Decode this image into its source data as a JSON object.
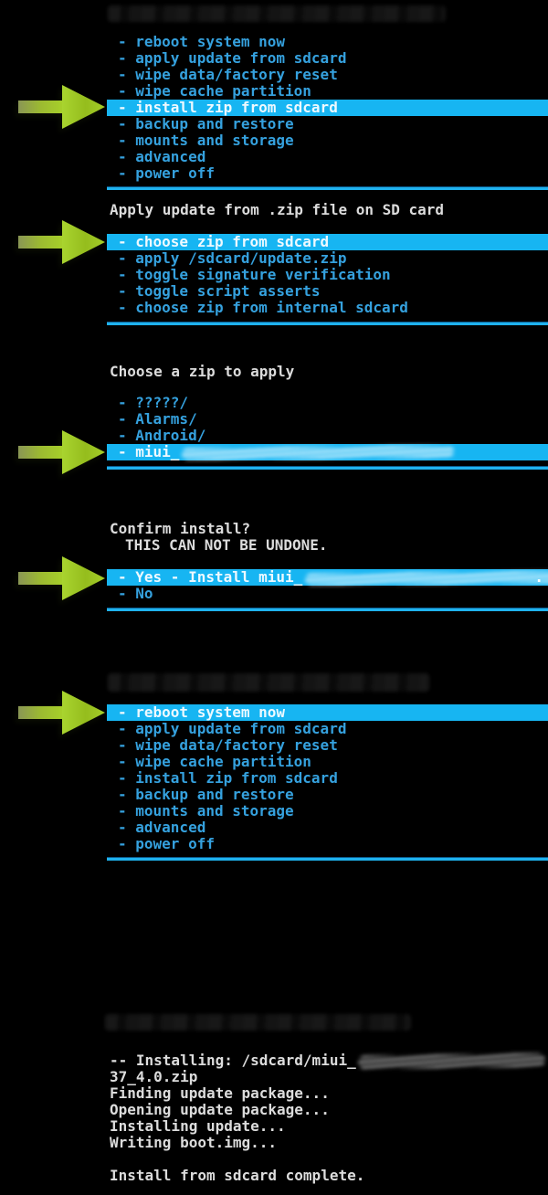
{
  "colors": {
    "background": "#000000",
    "menu_text": "#35A1DE",
    "highlight_bg": "#17B5F2",
    "highlight_text": "#EDF9FF",
    "title_text": "#DCDCDC",
    "separator": "#1FB2EE",
    "arrow_green": "#A5CB2A"
  },
  "item_prefix": "- ",
  "screens": [
    {
      "name": "main-menu-install-step",
      "redacted_title": true,
      "highlight_index": 4,
      "items": [
        {
          "label": "reboot system now"
        },
        {
          "label": "apply update from sdcard"
        },
        {
          "label": "wipe data/factory reset"
        },
        {
          "label": "wipe cache partition"
        },
        {
          "label": "install zip from sdcard"
        },
        {
          "label": "backup and restore"
        },
        {
          "label": "mounts and storage"
        },
        {
          "label": "advanced"
        },
        {
          "label": "power off"
        }
      ]
    },
    {
      "name": "apply-update-menu",
      "title": "Apply update from .zip file on SD card",
      "highlight_index": 0,
      "items": [
        {
          "label": "choose zip from sdcard"
        },
        {
          "label": "apply /sdcard/update.zip"
        },
        {
          "label": "toggle signature verification"
        },
        {
          "label": "toggle script asserts"
        },
        {
          "label": "choose zip from internal sdcard"
        }
      ]
    },
    {
      "name": "choose-zip-menu",
      "title": "Choose a zip to apply",
      "highlight_index": 3,
      "items": [
        {
          "label": "?????/"
        },
        {
          "label": "Alarms/"
        },
        {
          "label": "Android/"
        },
        {
          "label": "miui_",
          "redacted": true
        }
      ]
    },
    {
      "name": "confirm-install-menu",
      "title": "Confirm install?",
      "subtitle": "THIS CAN NOT BE UNDONE.",
      "highlight_index": 0,
      "items": [
        {
          "label": "Yes - Install miui_",
          "redacted": true,
          "suffix": "."
        },
        {
          "label": "No"
        }
      ]
    },
    {
      "name": "main-menu-reboot-step",
      "redacted_title": true,
      "highlight_index": 0,
      "items": [
        {
          "label": "reboot system now"
        },
        {
          "label": "apply update from sdcard"
        },
        {
          "label": "wipe data/factory reset"
        },
        {
          "label": "wipe cache partition"
        },
        {
          "label": "install zip from sdcard"
        },
        {
          "label": "backup and restore"
        },
        {
          "label": "mounts and storage"
        },
        {
          "label": "advanced"
        },
        {
          "label": "power off"
        }
      ]
    }
  ],
  "log": {
    "redacted_title": true,
    "lines": [
      {
        "text": "-- Installing: /sdcard/miui_",
        "redacted_tail": true
      },
      {
        "text": "37_4.0.zip"
      },
      {
        "text": "Finding update package..."
      },
      {
        "text": "Opening update package..."
      },
      {
        "text": "Installing update..."
      },
      {
        "text": "Writing boot.img..."
      },
      {
        "text": ""
      },
      {
        "text": "Install from sdcard complete."
      }
    ]
  }
}
